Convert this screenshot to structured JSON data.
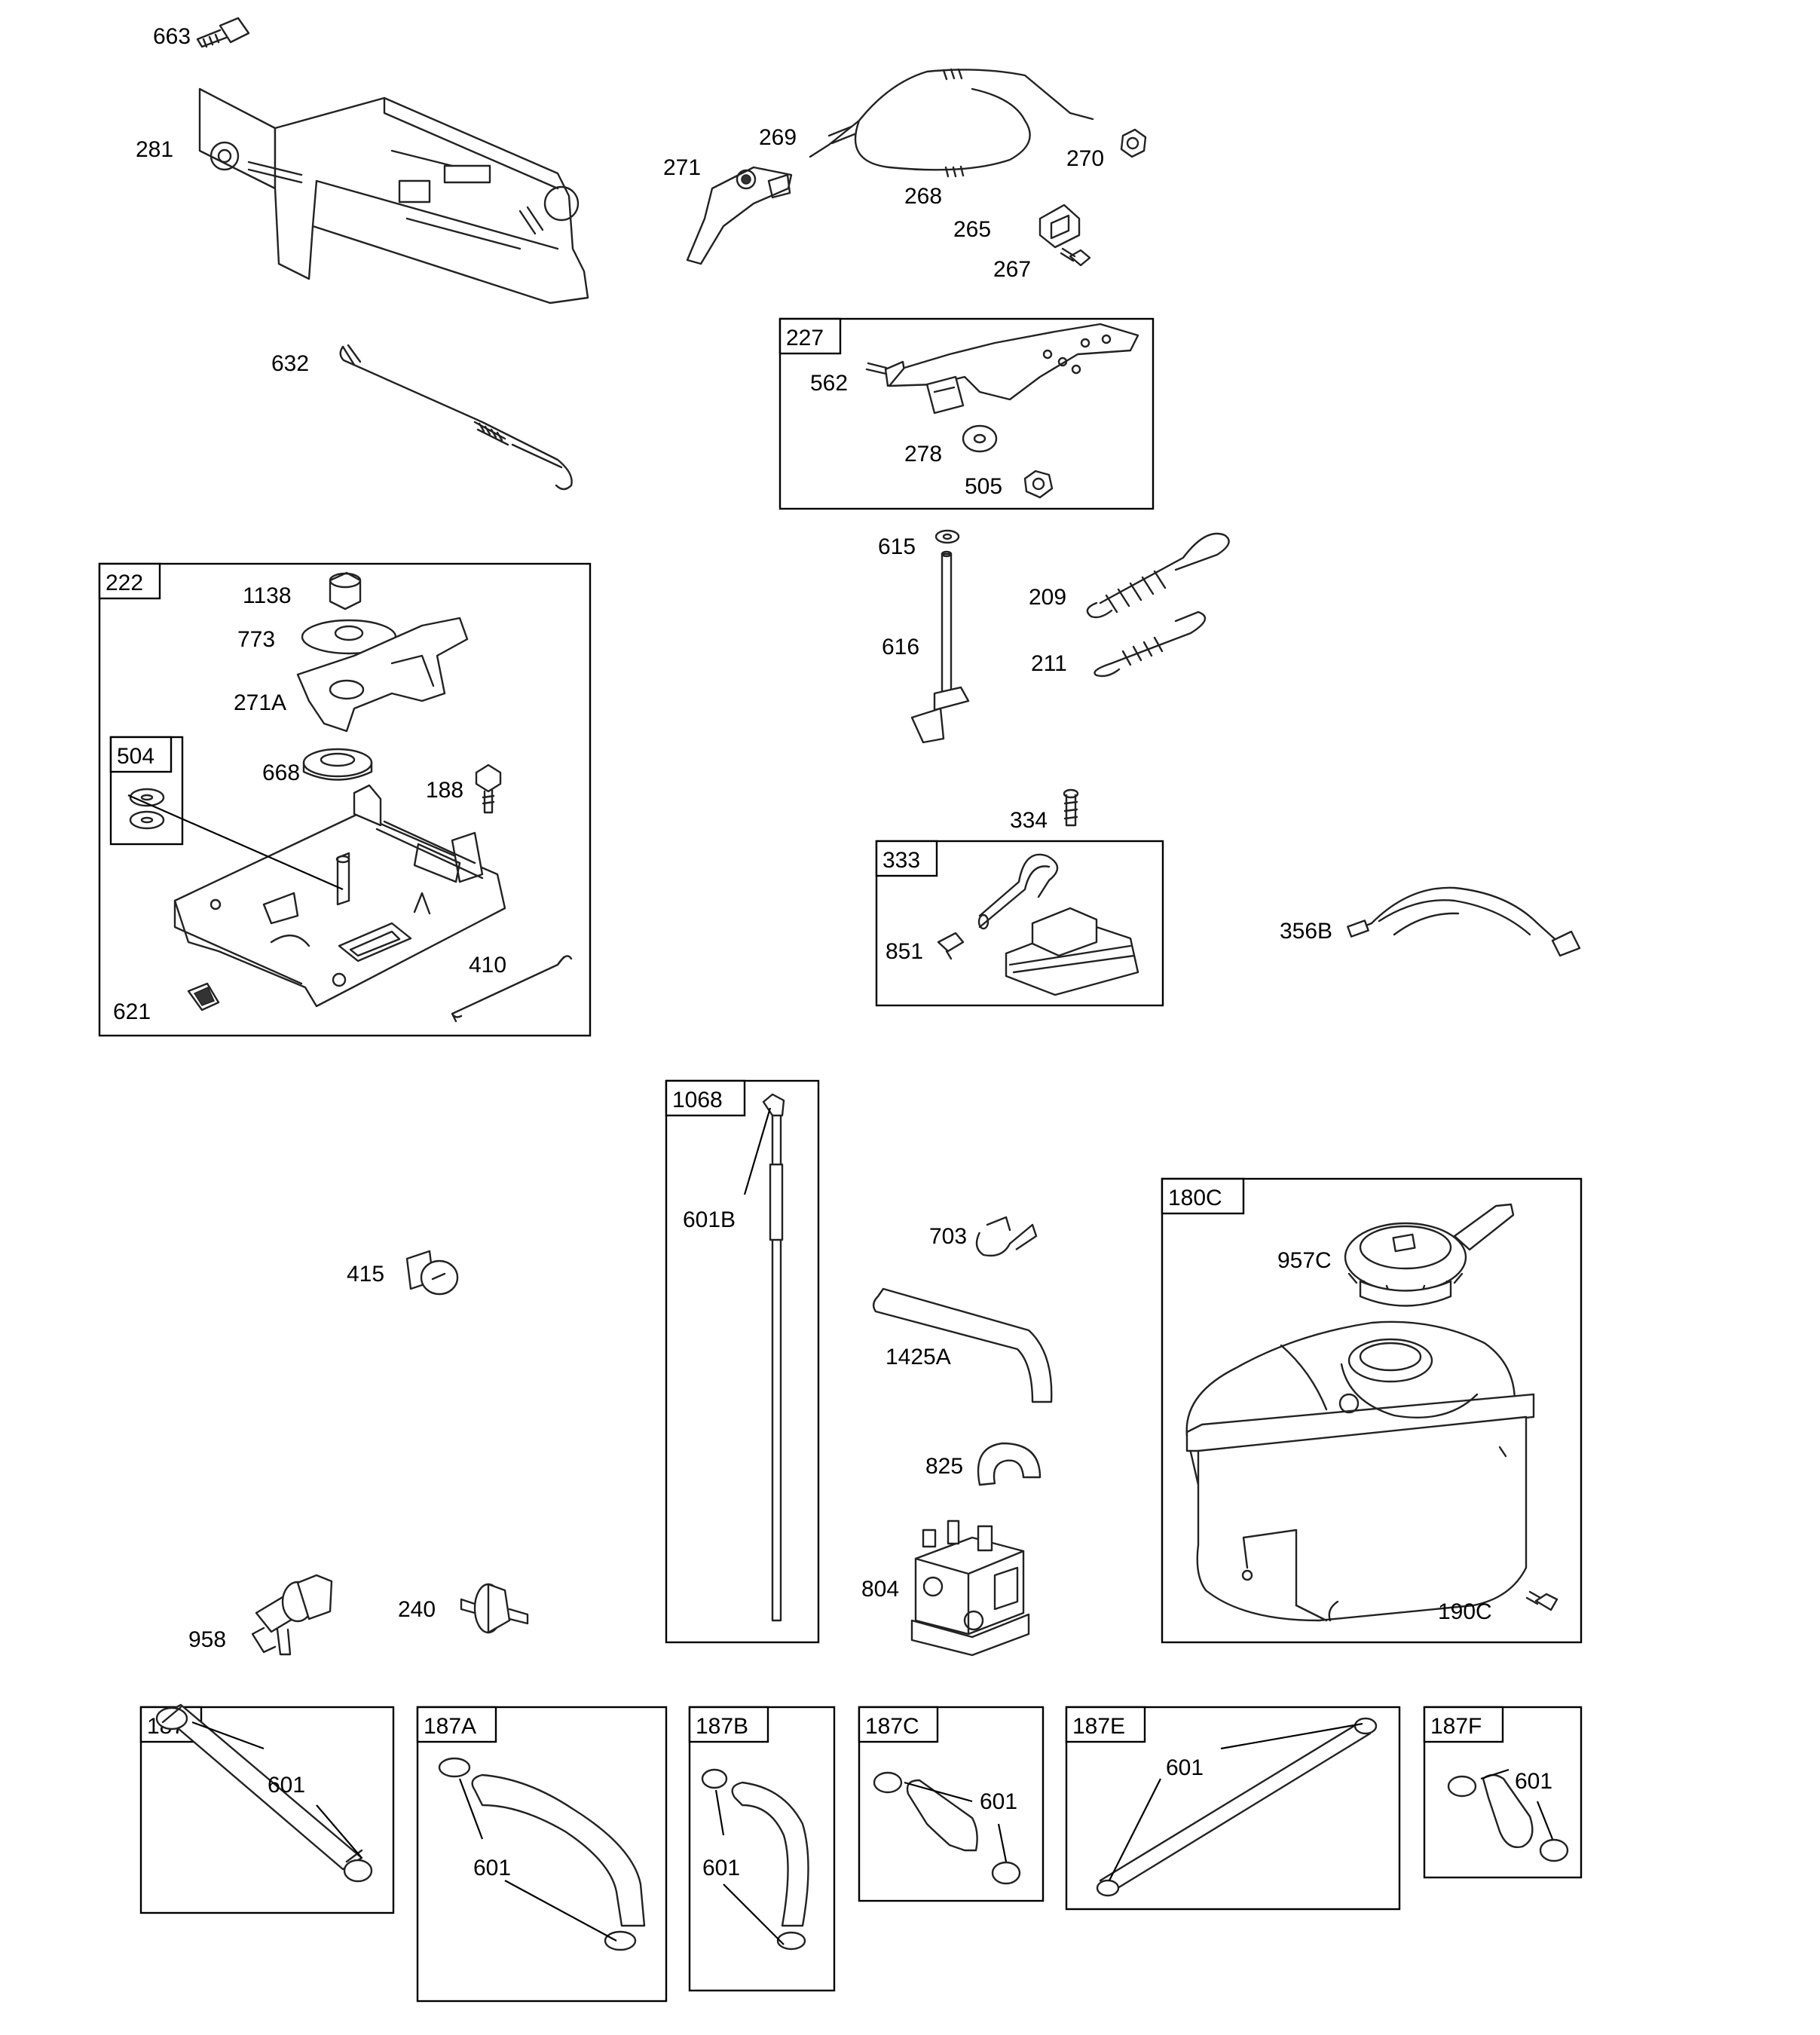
{
  "diagram": {
    "groups": [
      "227",
      "222",
      "504",
      "333",
      "1068",
      "180C",
      "187",
      "187A",
      "187B",
      "187C",
      "187E",
      "187F"
    ],
    "labels": [
      "663",
      "281",
      "269",
      "271",
      "270",
      "268",
      "265",
      "267",
      "632",
      "562",
      "278",
      "505",
      "1138",
      "773",
      "271A",
      "668",
      "188",
      "410",
      "621",
      "615",
      "616",
      "209",
      "211",
      "334",
      "851",
      "356B",
      "601B",
      "703",
      "415",
      "1425A",
      "957C",
      "825",
      "804",
      "958",
      "240",
      "190C",
      "601"
    ]
  }
}
